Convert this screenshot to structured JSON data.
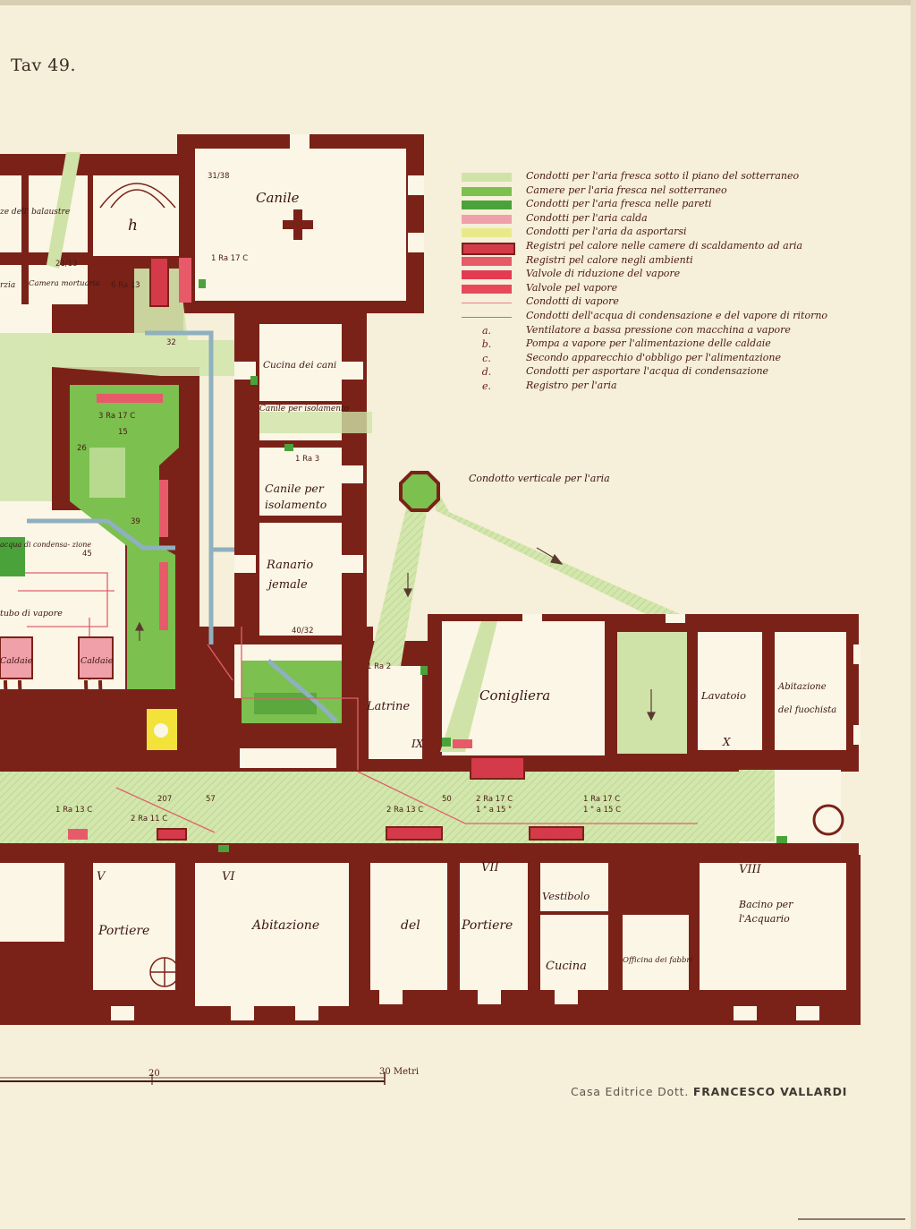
{
  "plate_number": "Tav 49.",
  "publisher": {
    "prefix": "Casa Editrice Dott.",
    "name": "FRANCESCO VALLARDI"
  },
  "legend": [
    {
      "key": "fresh-air-duct-swatch",
      "symbol": "",
      "text": "Condotti per l'aria fresca sotto il piano del sotterraneo",
      "color": "#cfe3a8"
    },
    {
      "key": "fresh-air-chamber-swatch",
      "symbol": "",
      "text": "Camere per l'aria fresca nel sotterraneo",
      "color": "#7cc04f"
    },
    {
      "key": "wall-duct-swatch",
      "symbol": "",
      "text": "Condotti per l'aria fresca nelle pareti",
      "color": "#4aa33a"
    },
    {
      "key": "warm-air-duct-swatch",
      "symbol": "",
      "text": "Condotti per l'aria calda",
      "color": "#f0a0a8"
    },
    {
      "key": "exhaust-duct-swatch",
      "symbol": "",
      "text": "Condotti per l'aria da asportarsi",
      "color": "#e8ea8a"
    },
    {
      "key": "heating-register-swatch",
      "symbol": "",
      "text": "Registri pel calore nelle camere di scaldamento ad aria",
      "color": "#d43a4a"
    },
    {
      "key": "room-register-swatch",
      "symbol": "",
      "text": "Registri pel calore negli ambienti",
      "color": "#e65a6a"
    },
    {
      "key": "reduction-valve-swatch",
      "symbol": "",
      "text": "Valvole di riduzione del vapore",
      "color": "#e23c52"
    },
    {
      "key": "steam-valve-swatch",
      "symbol": "",
      "text": "Valvole pel vapore",
      "color": "#e8485c"
    },
    {
      "key": "steam-duct-swatch",
      "symbol": "",
      "text": "Condotti di vapore",
      "color": "#ea8090"
    },
    {
      "key": "condensate-duct-swatch",
      "symbol": "",
      "text": "Condotti dell'acqua di condensazione e del vapore di ritorno",
      "color": "#e0606c"
    },
    {
      "key": "fan-letter",
      "symbol": "a.",
      "text": "Ventilatore a bassa pressione con macchina a vapore",
      "color": ""
    },
    {
      "key": "pump-letter",
      "symbol": "b.",
      "text": "Pompa a vapore per l'alimentazione delle caldaie",
      "color": ""
    },
    {
      "key": "backup-letter",
      "symbol": "c.",
      "text": "Secondo apparecchio d'obbligo per l'alimentazione",
      "color": ""
    },
    {
      "key": "drain-letter",
      "symbol": "d.",
      "text": "Condotti per asportare l'acqua di condensazione",
      "color": ""
    },
    {
      "key": "air-register-letter",
      "symbol": "e.",
      "text": "Registro per l'aria",
      "color": ""
    }
  ],
  "room_labels": [
    {
      "name": "canile",
      "text": "Canile",
      "size": 15
    },
    {
      "name": "h",
      "text": "h",
      "size": 17
    },
    {
      "name": "balaustre",
      "text": "ze dell' balaustre",
      "size": 9
    },
    {
      "name": "camera-mortuaria",
      "text": "Camera mortuaria",
      "size": 8.5
    },
    {
      "name": "rzia",
      "text": "rzia",
      "size": 9
    },
    {
      "name": "cucina-dei-cani",
      "text": "Cucina dei cani",
      "size": 10.5
    },
    {
      "name": "canile-isolamento-upper",
      "text": "Canile per isolamento",
      "size": 9
    },
    {
      "name": "canile-per",
      "text": "Canile per",
      "size": 12.5
    },
    {
      "name": "isolamento",
      "text": "isolamento",
      "size": 12.5
    },
    {
      "name": "ranario",
      "text": "Ranario",
      "size": 13
    },
    {
      "name": "jemale",
      "text": "jemale",
      "size": 13
    },
    {
      "name": "latrine",
      "text": "Latrine",
      "size": 13
    },
    {
      "name": "conigliera",
      "text": "Conigliera",
      "size": 15
    },
    {
      "name": "lavatoio",
      "text": "Lavatoio",
      "size": 11.5
    },
    {
      "name": "abitazione-del-fuochista-1",
      "text": "Abitazione",
      "size": 10
    },
    {
      "name": "abitazione-del-fuochista-2",
      "text": "del fuochista",
      "size": 10
    },
    {
      "name": "portiere",
      "text": "Portiere",
      "size": 14
    },
    {
      "name": "abitazione",
      "text": "Abitazione",
      "size": 14
    },
    {
      "name": "del",
      "text": "del",
      "size": 14
    },
    {
      "name": "portiere-2",
      "text": "Portiere",
      "size": 14
    },
    {
      "name": "vestibolo",
      "text": "Vestibolo",
      "size": 11.5
    },
    {
      "name": "cucina",
      "text": "Cucina",
      "size": 13
    },
    {
      "name": "officina-dei-fabbri",
      "text": "Officina dei fabbri",
      "size": 8.5
    },
    {
      "name": "bacino-per",
      "text": "Bacino per",
      "size": 11
    },
    {
      "name": "acquario",
      "text": "l'Acquario",
      "size": 11
    },
    {
      "name": "condotto-verticale",
      "text": "Condotto verticale per l'aria",
      "size": 11
    },
    {
      "name": "caldaie-1",
      "text": "Caldaie",
      "size": 9.5
    },
    {
      "name": "caldaie-2",
      "text": "Caldaie",
      "size": 9.5
    },
    {
      "name": "tubo-di-vapore",
      "text": "tubo di vapore",
      "size": 9.5
    },
    {
      "name": "acqua-di-condensazione",
      "text": "acqua di condensa- zione",
      "size": 8
    },
    {
      "name": "roman-v",
      "text": "V",
      "size": 13
    },
    {
      "name": "roman-vi",
      "text": "VI",
      "size": 13
    },
    {
      "name": "roman-vii",
      "text": "VII",
      "size": 13
    },
    {
      "name": "roman-viii",
      "text": "VIII",
      "size": 13
    },
    {
      "name": "roman-ix",
      "text": "IX",
      "size": 12
    },
    {
      "name": "roman-x",
      "text": "X",
      "size": 12
    }
  ],
  "tags": [
    {
      "name": "tag-1ra17c",
      "text": "1 Ra 17 C"
    },
    {
      "name": "tag-6ra13",
      "text": "6 Ra 13"
    },
    {
      "name": "tag-3ra17c",
      "text": "3 Ra 17 C"
    },
    {
      "name": "tag-15",
      "text": "15"
    },
    {
      "name": "tag-1ra3",
      "text": "1 Ra 3"
    },
    {
      "name": "tag-1ra2",
      "text": "1 Ra 2"
    },
    {
      "name": "tag-31-38",
      "text": "31/38"
    },
    {
      "name": "tag-21-13",
      "text": "21/13"
    },
    {
      "name": "tag-1ra13c-left",
      "text": "1 Ra 13 C"
    },
    {
      "name": "tag-2ra11c",
      "text": "2 Ra 11 C"
    },
    {
      "name": "tag-2ra13c",
      "text": "2 Ra 13 C"
    },
    {
      "name": "tag-2ra17c",
      "text": "2 Ra 17 C"
    },
    {
      "name": "tag-1a15",
      "text": "1 \" a 15 \""
    },
    {
      "name": "tag-1ra17c-right",
      "text": "1 Ra 17 C"
    },
    {
      "name": "tag-1a15c",
      "text": "1 \" a 15 C"
    },
    {
      "name": "tag-32",
      "text": "32"
    },
    {
      "name": "tag-26",
      "text": "26"
    },
    {
      "name": "tag-50",
      "text": "50"
    },
    {
      "name": "tag-57",
      "text": "57"
    },
    {
      "name": "tag-207",
      "text": "207"
    },
    {
      "name": "tag-45",
      "text": "45"
    },
    {
      "name": "tag-39",
      "text": "39"
    },
    {
      "name": "tag-40-32",
      "text": "40/32"
    }
  ],
  "scale": {
    "mark_20": "20",
    "mark_30": "30 Metri"
  },
  "colors": {
    "paper": "#f6efd9",
    "wall": "#7a2218",
    "fresh_air_duct": "#cfe3a8",
    "fresh_air_chamber": "#7cc04f",
    "warm_air": "#f0a0a8",
    "register": "#d43a4a",
    "exhaust": "#e8ea8a",
    "steam_line": "#e0606c",
    "yellow_fixture": "#f2e23a",
    "blue_pipe": "#9fb9c4"
  }
}
